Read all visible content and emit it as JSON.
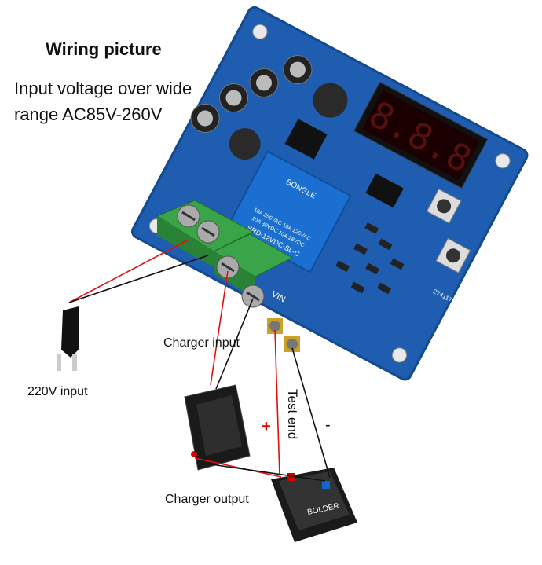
{
  "title": "Wiring picture",
  "subtitle_line1": "Input voltage over wide",
  "subtitle_line2": "range AC85V-260V",
  "labels": {
    "charger_input": "Charger input",
    "input_220v": "220V input",
    "charger_output": "Charger output",
    "test_end": "Test end",
    "plus": "+",
    "minus": "-"
  },
  "board": {
    "relay_brand": "SONGLE",
    "relay_model": "SRD-12VDC-SL-C",
    "relay_rating1": "10A 250VAC  10A 125VAC",
    "relay_rating2": "10A 30VDC  10A 28VDC",
    "vin_label": "VIN",
    "board_code": "274117",
    "display_digits": "8.8.8"
  },
  "battery": {
    "brand": "BOLDER"
  },
  "colors": {
    "board": "#1f5fae",
    "wire_red": "#e01010",
    "wire_black": "#111111",
    "terminal": "#2f9a3a"
  }
}
